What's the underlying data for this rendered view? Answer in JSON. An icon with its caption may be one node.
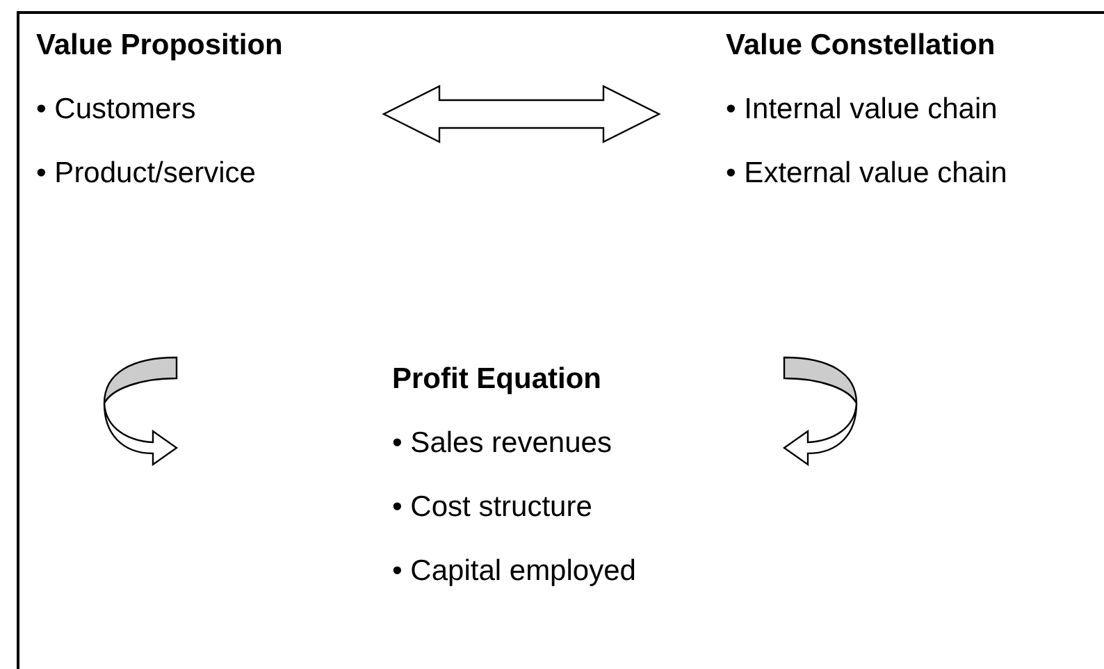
{
  "diagram": {
    "nodes": [
      {
        "text": [
          "Value Proposition",
          "• Customers",
          "• Product/service"
        ]
      },
      {
        "text": [
          "Value Constellation",
          "• Internal value chain",
          "• External value chain"
        ]
      },
      {
        "text": [
          "Profit Equation",
          "• Sales revenues",
          "• Cost structure",
          "• Capital employed"
        ]
      }
    ],
    "edges": [
      {
        "from": 0,
        "to": 1,
        "arrow": "both"
      }
    ]
  }
}
